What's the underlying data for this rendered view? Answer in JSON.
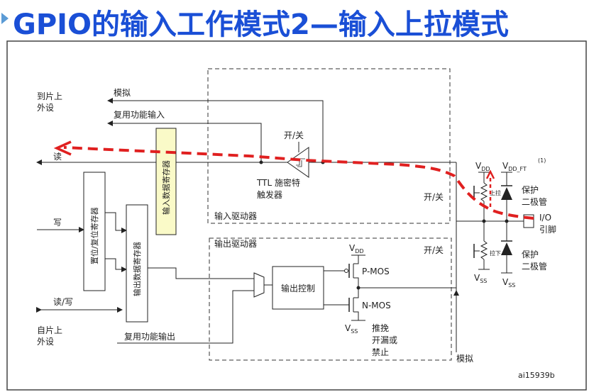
{
  "title": "GPIO的输入工作模式2—输入上拉模式",
  "labels": {
    "to_onchip_peripheral": [
      "到片上",
      "外设"
    ],
    "from_onchip_peripheral": [
      "自片上",
      "外设"
    ],
    "analog_top": "模拟",
    "alt_func_input": "复用功能输入",
    "read": "读",
    "write": "写",
    "read_write": "读/写",
    "alt_func_output": "复用功能输出",
    "input_data_register": "输入数据寄存器",
    "bit_set_reset_register": "置位/复位寄存器",
    "output_data_register": "输出数据寄存器",
    "on_off_trigger": "开/关",
    "ttl_schmitt": [
      "TTL 施密特",
      "触发器"
    ],
    "input_driver": "输入驱动器",
    "output_driver": "输出驱动器",
    "output_control": "输出控制",
    "vdd": "V",
    "vdd_sub": "DD",
    "vss": "V",
    "vss_sub": "SS",
    "pmos": "P-MOS",
    "nmos": "N-MOS",
    "push_pull": [
      "推挽",
      "开漏或",
      "禁止"
    ],
    "analog_bottom": "模拟",
    "on_off_pullup": "开/关",
    "on_off_pulldown": "开/关",
    "vdd_ft": "V",
    "vdd_ft_sub": "DD_FT",
    "vdd_ft_note": "(1)",
    "protection_diode_top": [
      "保护",
      "二极管"
    ],
    "protection_diode_bottom": [
      "保护",
      "二极管"
    ],
    "io_pin": [
      "I/O",
      "引脚"
    ],
    "pull_up_small": "上拉",
    "pull_down_small": "拉下",
    "figure_id": "ai15939b"
  },
  "colors": {
    "title": "#1a4fd6",
    "signal_path": "#e02020",
    "register_fill": "#fafac8"
  }
}
